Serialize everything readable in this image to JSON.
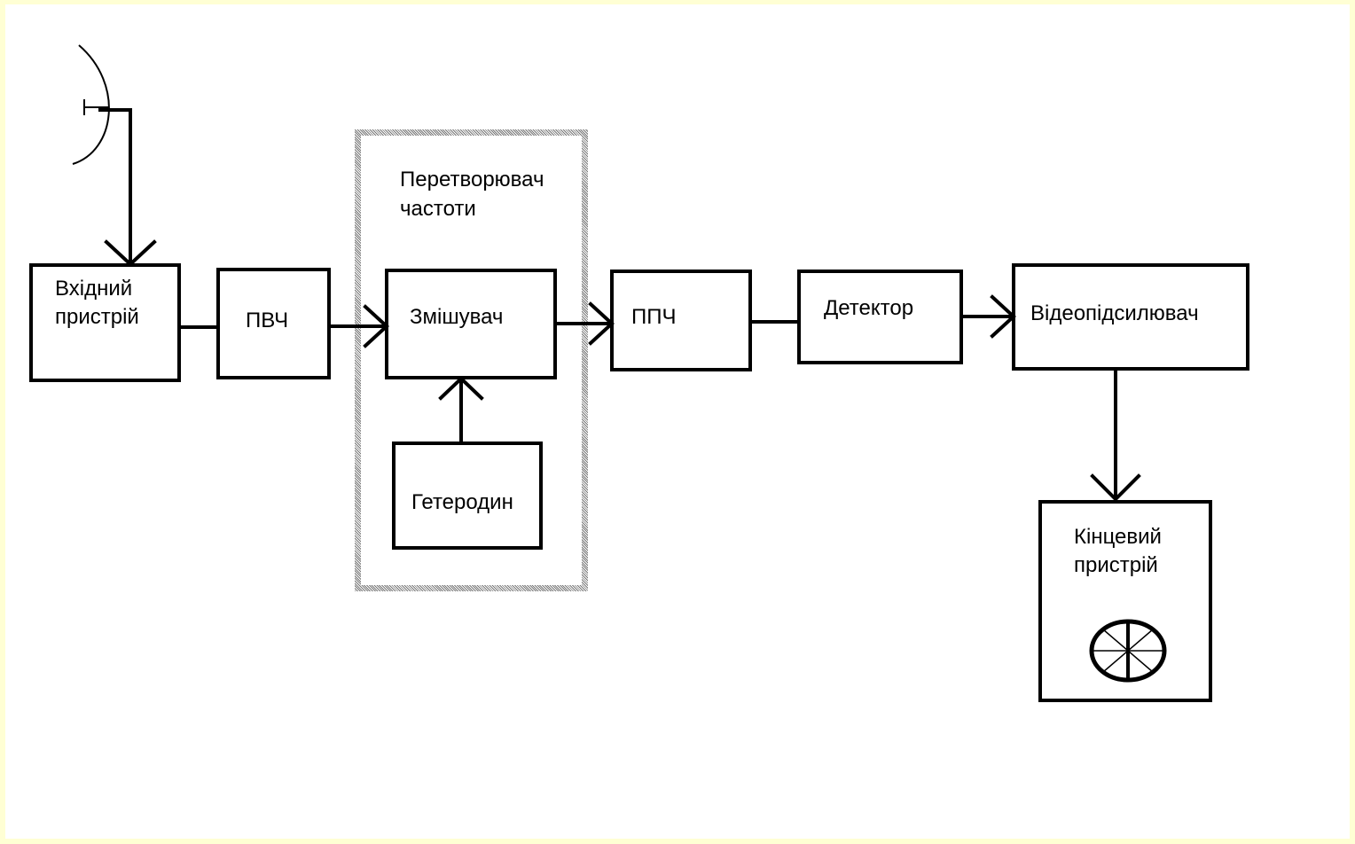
{
  "diagram": {
    "blocks": {
      "input_device": {
        "line1": "Вхідний",
        "line2": "пристрій"
      },
      "rf_amplifier": "ПВЧ",
      "frequency_converter": {
        "line1": "Перетворювач",
        "line2": "частоти"
      },
      "mixer": "Змішувач",
      "local_oscillator": "Гетеродин",
      "if_amplifier": "ППЧ",
      "detector": "Детектор",
      "video_amplifier": "Відеопідсилювач",
      "terminal_device": {
        "line1": "Кінцевий",
        "line2": "пристрій"
      }
    },
    "colors": {
      "page_border": "#ffffd4",
      "background": "#ffffff",
      "stroke": "#000000",
      "group_border": "#777777"
    },
    "icons": [
      "antenna-icon",
      "display-screen-icon"
    ]
  }
}
